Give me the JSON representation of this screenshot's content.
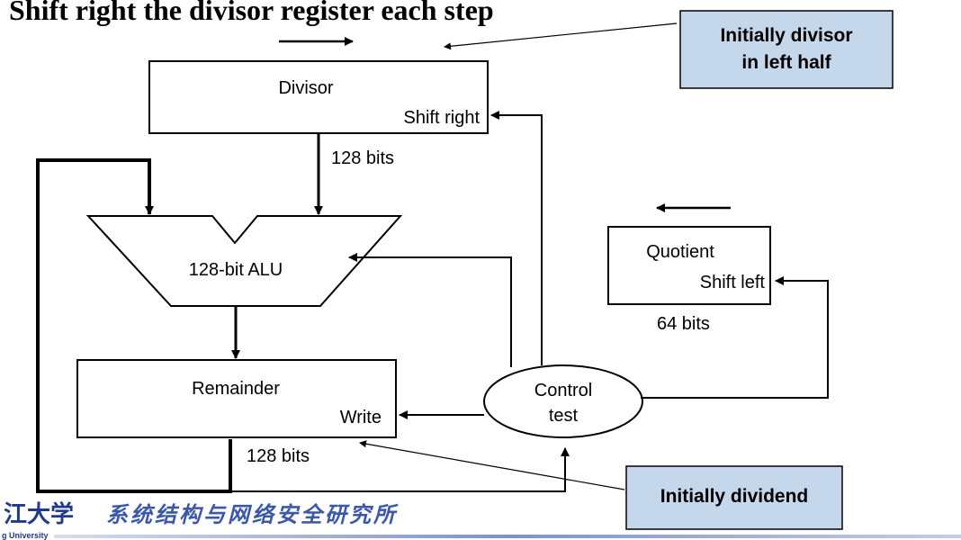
{
  "heading": "Shift right the divisor register each step",
  "divisor": {
    "name": "Divisor",
    "action": "Shift right",
    "width_label": "128 bits"
  },
  "alu": {
    "label": "128-bit ALU"
  },
  "remainder": {
    "name": "Remainder",
    "action": "Write",
    "width_label": "128 bits"
  },
  "quotient": {
    "name": "Quotient",
    "action": "Shift left",
    "width_label": "64 bits"
  },
  "control": {
    "line1": "Control",
    "line2": "test"
  },
  "callouts": {
    "divisor_line1": "Initially divisor",
    "divisor_line2": "in left half",
    "dividend": "Initially dividend"
  },
  "footer": {
    "logo_text": "江大学",
    "logo_sub": "g University",
    "institute": "系统结构与网络安全研究所"
  },
  "colors": {
    "callout_fill": "#c5d7ea",
    "footer_text": "#3b57a8",
    "footer_bar": "#8fa1c8"
  }
}
